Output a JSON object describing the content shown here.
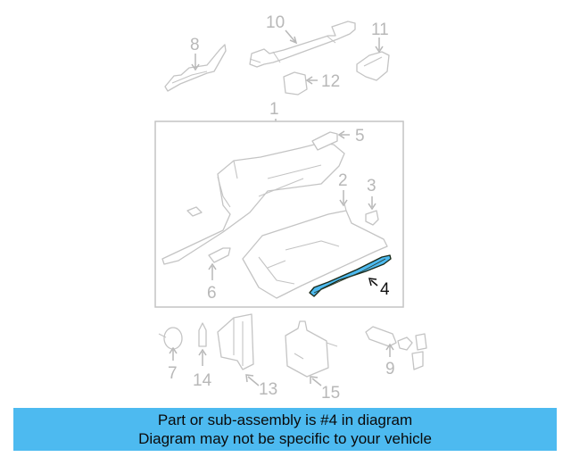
{
  "banner": {
    "line1": "Part or sub-assembly is #4 in diagram",
    "line2": "Diagram may not be specific to your vehicle",
    "background": "#4dbaf0"
  },
  "diagram": {
    "highlight_color": "#4dbaf0",
    "highlighted_part": "4",
    "callouts": [
      {
        "id": "1",
        "label": "1"
      },
      {
        "id": "2",
        "label": "2"
      },
      {
        "id": "3",
        "label": "3"
      },
      {
        "id": "4",
        "label": "4"
      },
      {
        "id": "5",
        "label": "5"
      },
      {
        "id": "6",
        "label": "6"
      },
      {
        "id": "7",
        "label": "7"
      },
      {
        "id": "8",
        "label": "8"
      },
      {
        "id": "9",
        "label": "9"
      },
      {
        "id": "10",
        "label": "10"
      },
      {
        "id": "11",
        "label": "11"
      },
      {
        "id": "12",
        "label": "12"
      },
      {
        "id": "13",
        "label": "13"
      },
      {
        "id": "14",
        "label": "14"
      },
      {
        "id": "15",
        "label": "15"
      }
    ]
  }
}
